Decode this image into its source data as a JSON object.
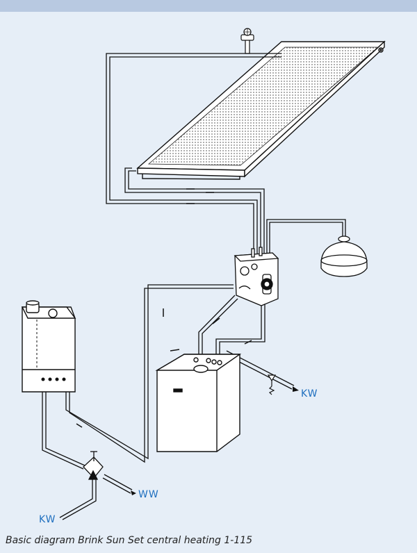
{
  "labels": {
    "cold_water_right": "KW",
    "warm_water": "WW",
    "cold_water_left": "KW"
  },
  "caption": "Basic diagram Brink Sun Set central heating 1-115",
  "colors": {
    "background": "#e6eef7",
    "top_band": "#b8c9e1",
    "label": "#1f6fbf",
    "line": "#111111"
  }
}
